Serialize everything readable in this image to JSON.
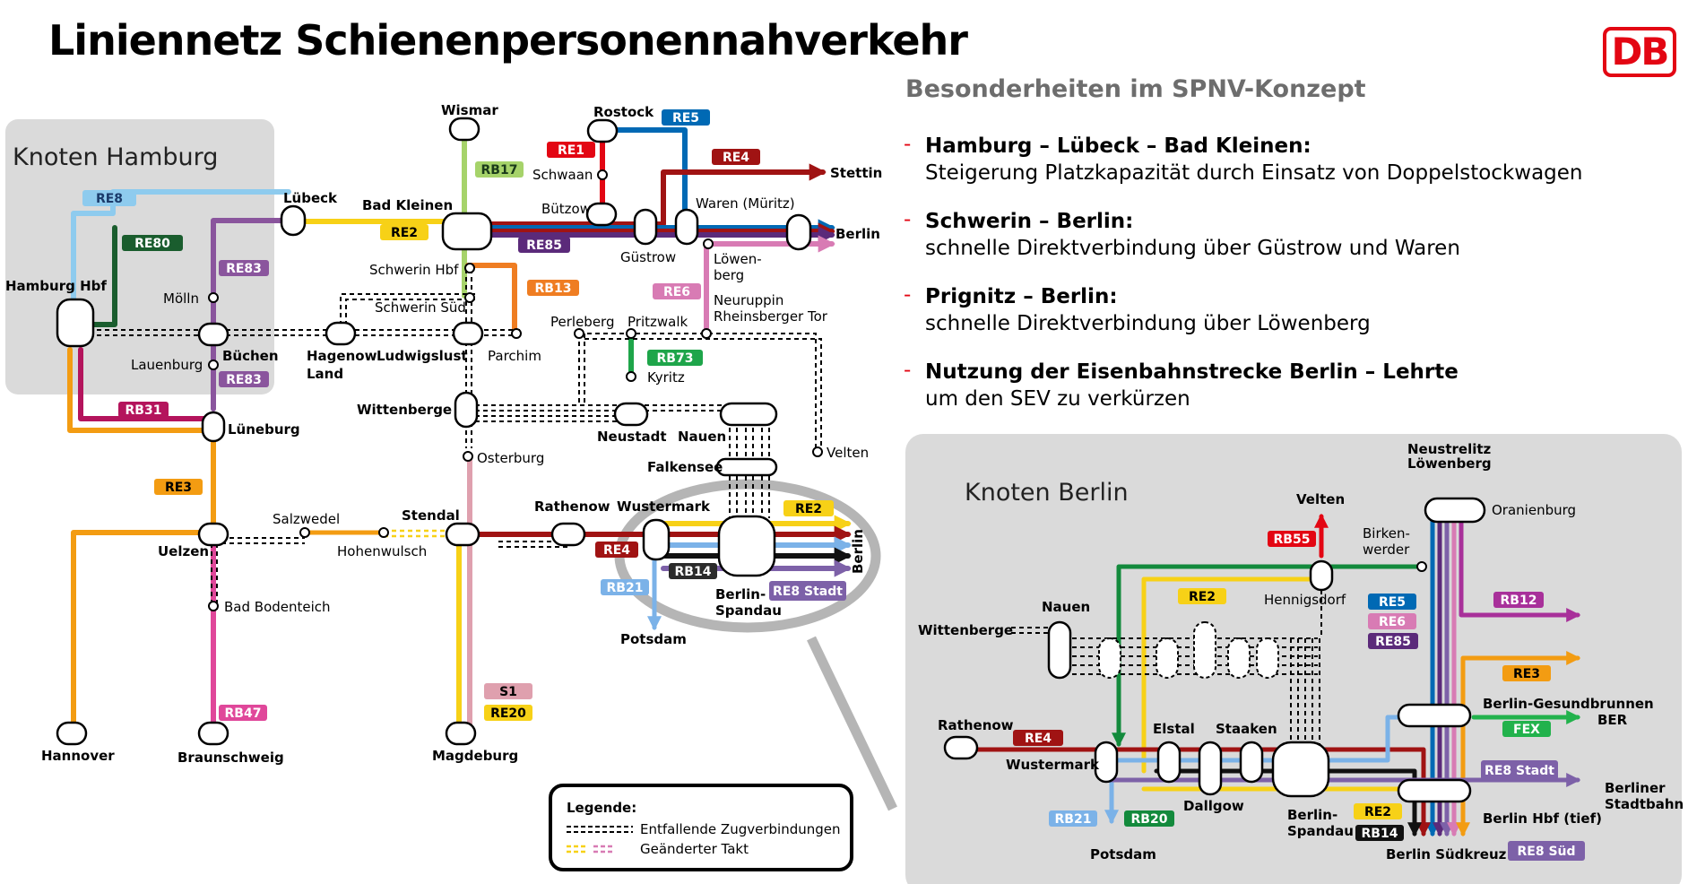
{
  "title": "Liniennetz Schienenpersonennahverkehr",
  "logo": "DB",
  "panel": {
    "title": "Besonderheiten im SPNV-Konzept",
    "points": [
      {
        "heading": "Hamburg – Lübeck – Bad Kleinen:",
        "text": "Steigerung Platzkapazität durch Einsatz von Doppelstockwagen"
      },
      {
        "heading": "Schwerin – Berlin:",
        "text": "schnelle Direktverbindung über Güstrow und Waren"
      },
      {
        "heading": "Prignitz – Berlin:",
        "text": "schnelle Direktverbindung über Löwenberg"
      },
      {
        "heading": "Nutzung der Eisenbahnstrecke Berlin – Lehrte",
        "text": "um den SEV zu verkürzen"
      }
    ]
  },
  "knoten_hamburg": "Knoten Hamburg",
  "knoten_berlin": "Knoten Berlin",
  "stations": {
    "wismar": "Wismar",
    "rostock": "Rostock",
    "schwaan": "Schwaan",
    "buetzow": "Bützow",
    "luebeck": "Lübeck",
    "bad_kleinen": "Bad Kleinen",
    "stettin": "Stettin",
    "waren": "Waren (Müritz)",
    "berlin": "Berlin",
    "guestrow": "Güstrow",
    "loewenberg1": "Löwen-",
    "loewenberg2": "berg",
    "hamburg_hbf": "Hamburg Hbf",
    "moelln": "Mölln",
    "schwerin_hbf": "Schwerin Hbf",
    "schwerin_sued": "Schwerin Süd",
    "neuruppin1": "Neuruppin",
    "neuruppin2": "Rheinsberger Tor",
    "perleberg": "Perleberg",
    "pritzwalk": "Pritzwalk",
    "lauenburg": "Lauenburg",
    "buechen": "Büchen",
    "hagenow1": "Hagenow",
    "hagenow2": "Land",
    "ludwigslust": "Ludwigslust",
    "parchim": "Parchim",
    "kyritz": "Kyritz",
    "wittenberge": "Wittenberge",
    "neustadt": "Neustadt",
    "nauen": "Nauen",
    "lueneburg": "Lüneburg",
    "velten": "Velten",
    "osterburg": "Osterburg",
    "falkensee": "Falkensee",
    "salzwedel": "Salzwedel",
    "stendal": "Stendal",
    "rathenow": "Rathenow",
    "wustermark": "Wustermark",
    "uelzen": "Uelzen",
    "hohenwulsch": "Hohenwulsch",
    "berlin_vert": "Berlin",
    "spandau1": "Berlin-",
    "spandau2": "Spandau",
    "bad_bodenteich": "Bad Bodenteich",
    "potsdam": "Potsdam",
    "hannover": "Hannover",
    "braunschweig": "Braunschweig",
    "magdeburg": "Magdeburg"
  },
  "berlin_stations": {
    "neustrelitz": "Neustrelitz",
    "loewenberg": "Löwenberg",
    "velten": "Velten",
    "oranienburg": "Oranienburg",
    "birkenwerder1": "Birken-",
    "birkenwerder2": "werder",
    "hennigsdorf": "Hennigsdorf",
    "nauen": "Nauen",
    "wittenberge": "Wittenberge",
    "gesundbrunnen": "Berlin-Gesundbrunnen",
    "ber": "BER",
    "rathenow": "Rathenow",
    "elstal": "Elstal",
    "staaken": "Staaken",
    "wustermark": "Wustermark",
    "dallgow": "Dallgow",
    "spandau1": "Berlin-",
    "spandau2": "Spandau",
    "hbf_tief": "Berlin Hbf (tief)",
    "stadtbahn1": "Berliner",
    "stadtbahn2": "Stadtbahn",
    "potsdam": "Potsdam",
    "suedkreuz": "Berlin Südkreuz"
  },
  "lines": {
    "re8": "RE8",
    "re80": "RE80",
    "re83": "RE83",
    "re83b": "RE83",
    "rb17": "RB17",
    "re1": "RE1",
    "re5": "RE5",
    "re4": "RE4",
    "re2": "RE2",
    "re85": "RE85",
    "rb13": "RB13",
    "re6": "RE6",
    "rb73": "RB73",
    "rb31": "RB31",
    "re3": "RE3",
    "re2b": "RE2",
    "re4b": "RE4",
    "rb14": "RB14",
    "rb21": "RB21",
    "re8stadt": "RE8 Stadt",
    "rb47": "RB47",
    "s1": "S1",
    "re20": "RE20"
  },
  "berlin_lines": {
    "rb55": "RB55",
    "re2": "RE2",
    "re5": "RE5",
    "re6": "RE6",
    "re85": "RE85",
    "rb12": "RB12",
    "re3": "RE3",
    "fex": "FEX",
    "re4": "RE4",
    "re8stadt": "RE8 Stadt",
    "rb21": "RB21",
    "rb20": "RB20",
    "re2b": "RE2",
    "rb14": "RB14",
    "re8sued": "RE8 Süd"
  },
  "legend": {
    "title": "Legende:",
    "cancelled": "Entfallende Zugverbindungen",
    "changed": "Geänderter Takt"
  },
  "colors": {
    "re1": "#e30613",
    "re2": "#f7d117",
    "re3": "#f39c12",
    "re4": "#a01313",
    "re5": "#0069b4",
    "re6": "#d87bb4",
    "re8": "#8ecbee",
    "re80": "#1a5d2e",
    "re83": "#8a559d",
    "re85": "#5b2a7a",
    "rb13": "#ef7d22",
    "rb14": "#2b2b2b",
    "rb17": "#a6d36a",
    "rb20": "#138a3c",
    "rb21": "#7bb2e8",
    "rb31": "#b4145c",
    "rb47": "#e0479a",
    "rb55": "#e30613",
    "rb73": "#1ea54a",
    "s1": "#dfa0ae",
    "fex": "#22b24c",
    "rb12": "#a8309a",
    "stadt": "#7d61a8"
  }
}
